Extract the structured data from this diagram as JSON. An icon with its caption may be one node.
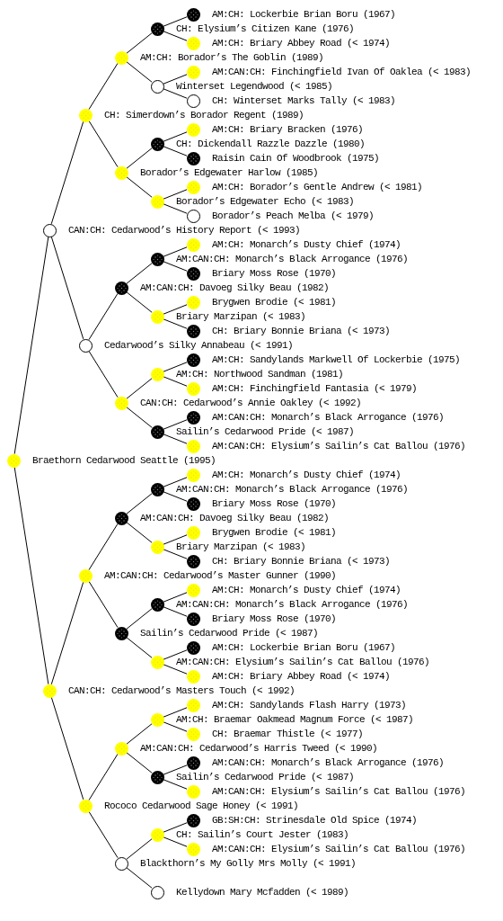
{
  "diagram": {
    "nodes": [
      {
        "text": [
          "AM:CH: Lockerbie Brian Boru (1967)"
        ]
      },
      {
        "text": [
          "CH: Elysium’s Citizen Kane (1976)"
        ]
      },
      {
        "text": [
          "AM:CH: Briary Abbey Road (< 1974)"
        ]
      },
      {
        "text": [
          "AM:CH: Borador’s The Goblin (1989)"
        ]
      },
      {
        "text": [
          "AM:CAN:CH: Finchingfield Ivan Of Oaklea (< 1983)"
        ]
      },
      {
        "text": [
          "Winterset Legendwood (< 1985)"
        ]
      },
      {
        "text": [
          "CH: Winterset Marks Tally (< 1983)"
        ]
      },
      {
        "text": [
          "CH: Simerdown’s Borador Regent (1989)"
        ]
      },
      {
        "text": [
          "AM:CH: Briary Bracken (1976)"
        ]
      },
      {
        "text": [
          "CH: Dickendall Razzle Dazzle (1980)"
        ]
      },
      {
        "text": [
          "Raisin Cain Of Woodbrook (1975)"
        ]
      },
      {
        "text": [
          "Borador’s Edgewater Harlow (1985)"
        ]
      },
      {
        "text": [
          "AM:CH: Borador’s Gentle Andrew (< 1981)"
        ]
      },
      {
        "text": [
          "Borador’s Edgewater Echo (< 1983)"
        ]
      },
      {
        "text": [
          "Borador’s Peach Melba (< 1979)"
        ]
      },
      {
        "text": [
          "CAN:CH: Cedarwood’s History Report (< 1993)"
        ]
      },
      {
        "text": [
          "AM:CH: Monarch’s Dusty Chief (1974)"
        ]
      },
      {
        "text": [
          "AM:CAN:CH: Monarch’s Black Arrogance (1976)"
        ]
      },
      {
        "text": [
          "Briary Moss Rose (1970)"
        ]
      },
      {
        "text": [
          "AM:CAN:CH: Davoeg Silky Beau (1982)"
        ]
      },
      {
        "text": [
          "Brygwen Brodie (< 1981)"
        ]
      },
      {
        "text": [
          "Briary Marzipan (< 1983)"
        ]
      },
      {
        "text": [
          "CH: Briary Bonnie Briana (< 1973)"
        ]
      },
      {
        "text": [
          "Cedarwood’s Silky Annabeau (< 1991)"
        ]
      },
      {
        "text": [
          "AM:CH: Sandylands Markwell Of Lockerbie (1975)"
        ]
      },
      {
        "text": [
          "AM:CH: Northwood Sandman (1981)"
        ]
      },
      {
        "text": [
          "AM:CH: Finchingfield Fantasia (< 1979)"
        ]
      },
      {
        "text": [
          "CAN:CH: Cedarwood’s Annie Oakley (< 1992)"
        ]
      },
      {
        "text": [
          "AM:CAN:CH: Monarch’s Black Arrogance (1976)"
        ]
      },
      {
        "text": [
          "Sailin’s Cedarwood Pride (< 1987)"
        ]
      },
      {
        "text": [
          "AM:CAN:CH: Elysium’s Sailin’s Cat Ballou (1976)"
        ]
      },
      {
        "text": [
          "Braethorn Cedarwood Seattle (1995)"
        ]
      },
      {
        "text": [
          "AM:CH: Monarch’s Dusty Chief (1974)"
        ]
      },
      {
        "text": [
          "AM:CAN:CH: Monarch’s Black Arrogance (1976)"
        ]
      },
      {
        "text": [
          "Briary Moss Rose (1970)"
        ]
      },
      {
        "text": [
          "AM:CAN:CH: Davoeg Silky Beau (1982)"
        ]
      },
      {
        "text": [
          "Brygwen Brodie (< 1981)"
        ]
      },
      {
        "text": [
          "Briary Marzipan (< 1983)"
        ]
      },
      {
        "text": [
          "CH: Briary Bonnie Briana (< 1973)"
        ]
      },
      {
        "text": [
          "AM:CAN:CH: Cedarwood’s Master Gunner (1990)"
        ]
      },
      {
        "text": [
          "AM:CH: Monarch’s Dusty Chief (1974)"
        ]
      },
      {
        "text": [
          "AM:CAN:CH: Monarch’s Black Arrogance (1976)"
        ]
      },
      {
        "text": [
          "Briary Moss Rose (1970)"
        ]
      },
      {
        "text": [
          "Sailin’s Cedarwood Pride (< 1987)"
        ]
      },
      {
        "text": [
          "AM:CH: Lockerbie Brian Boru (1967)"
        ]
      },
      {
        "text": [
          "AM:CAN:CH: Elysium’s Sailin’s Cat Ballou (1976)"
        ]
      },
      {
        "text": [
          "AM:CH: Briary Abbey Road (< 1974)"
        ]
      },
      {
        "text": [
          "CAN:CH: Cedarwood’s Masters Touch (< 1992)"
        ]
      },
      {
        "text": [
          "AM:CH: Sandylands Flash Harry (1973)"
        ]
      },
      {
        "text": [
          "AM:CH: Braemar Oakmead Magnum Force (< 1987)"
        ]
      },
      {
        "text": [
          "CH: Braemar Thistle (< 1977)"
        ]
      },
      {
        "text": [
          "AM:CAN:CH: Cedarwood’s Harris Tweed (< 1990)"
        ]
      },
      {
        "text": [
          "AM:CAN:CH: Monarch’s Black Arrogance (1976)"
        ]
      },
      {
        "text": [
          "Sailin’s Cedarwood Pride (< 1987)"
        ]
      },
      {
        "text": [
          "AM:CAN:CH: Elysium’s Sailin’s Cat Ballou (1976)"
        ]
      },
      {
        "text": [
          "Rococo Cedarwood Sage Honey (< 1991)"
        ]
      },
      {
        "text": [
          "GB:SH:CH: Strinesdale Old Spice (1974)"
        ]
      },
      {
        "text": [
          "CH: Sailin’s Court Jester (1983)"
        ]
      },
      {
        "text": [
          "AM:CAN:CH: Elysium’s Sailin’s Cat Ballou (1976)"
        ]
      },
      {
        "text": [
          "Blackthorn’s My Golly Mrs Molly (< 1991)"
        ]
      },
      {
        "text": [
          "Kellydown Mary Mcfadden (< 1989)"
        ]
      }
    ],
    "edges": [
      {
        "from": 31,
        "to": 15,
        "arrow": "none"
      },
      {
        "from": 31,
        "to": 47,
        "arrow": "none"
      },
      {
        "from": 15,
        "to": 7,
        "arrow": "none"
      },
      {
        "from": 15,
        "to": 23,
        "arrow": "none"
      },
      {
        "from": 7,
        "to": 3,
        "arrow": "none"
      },
      {
        "from": 7,
        "to": 11,
        "arrow": "none"
      },
      {
        "from": 3,
        "to": 1,
        "arrow": "none"
      },
      {
        "from": 3,
        "to": 5,
        "arrow": "none"
      },
      {
        "from": 1,
        "to": 0,
        "arrow": "none"
      },
      {
        "from": 1,
        "to": 2,
        "arrow": "none"
      },
      {
        "from": 5,
        "to": 4,
        "arrow": "none"
      },
      {
        "from": 5,
        "to": 6,
        "arrow": "none"
      },
      {
        "from": 11,
        "to": 9,
        "arrow": "none"
      },
      {
        "from": 11,
        "to": 13,
        "arrow": "none"
      },
      {
        "from": 9,
        "to": 8,
        "arrow": "none"
      },
      {
        "from": 9,
        "to": 10,
        "arrow": "none"
      },
      {
        "from": 13,
        "to": 12,
        "arrow": "none"
      },
      {
        "from": 13,
        "to": 14,
        "arrow": "none"
      },
      {
        "from": 23,
        "to": 19,
        "arrow": "none"
      },
      {
        "from": 23,
        "to": 27,
        "arrow": "none"
      },
      {
        "from": 19,
        "to": 17,
        "arrow": "none"
      },
      {
        "from": 19,
        "to": 21,
        "arrow": "none"
      },
      {
        "from": 17,
        "to": 16,
        "arrow": "none"
      },
      {
        "from": 17,
        "to": 18,
        "arrow": "none"
      },
      {
        "from": 21,
        "to": 20,
        "arrow": "none"
      },
      {
        "from": 21,
        "to": 22,
        "arrow": "none"
      },
      {
        "from": 27,
        "to": 25,
        "arrow": "none"
      },
      {
        "from": 27,
        "to": 29,
        "arrow": "none"
      },
      {
        "from": 25,
        "to": 24,
        "arrow": "none"
      },
      {
        "from": 25,
        "to": 26,
        "arrow": "none"
      },
      {
        "from": 29,
        "to": 28,
        "arrow": "none"
      },
      {
        "from": 29,
        "to": 30,
        "arrow": "none"
      },
      {
        "from": 47,
        "to": 39,
        "arrow": "none"
      },
      {
        "from": 47,
        "to": 55,
        "arrow": "none"
      },
      {
        "from": 39,
        "to": 35,
        "arrow": "none"
      },
      {
        "from": 39,
        "to": 43,
        "arrow": "none"
      },
      {
        "from": 35,
        "to": 33,
        "arrow": "none"
      },
      {
        "from": 35,
        "to": 37,
        "arrow": "none"
      },
      {
        "from": 33,
        "to": 32,
        "arrow": "none"
      },
      {
        "from": 33,
        "to": 34,
        "arrow": "none"
      },
      {
        "from": 37,
        "to": 36,
        "arrow": "none"
      },
      {
        "from": 37,
        "to": 38,
        "arrow": "none"
      },
      {
        "from": 43,
        "to": 41,
        "arrow": "none"
      },
      {
        "from": 43,
        "to": 45,
        "arrow": "none"
      },
      {
        "from": 41,
        "to": 40,
        "arrow": "none"
      },
      {
        "from": 41,
        "to": 42,
        "arrow": "none"
      },
      {
        "from": 45,
        "to": 44,
        "arrow": "none"
      },
      {
        "from": 45,
        "to": 46,
        "arrow": "none"
      },
      {
        "from": 55,
        "to": 51,
        "arrow": "none"
      },
      {
        "from": 55,
        "to": 59,
        "arrow": "none"
      },
      {
        "from": 51,
        "to": 49,
        "arrow": "none"
      },
      {
        "from": 51,
        "to": 53,
        "arrow": "none"
      },
      {
        "from": 49,
        "to": 48,
        "arrow": "none"
      },
      {
        "from": 49,
        "to": 50,
        "arrow": "none"
      },
      {
        "from": 53,
        "to": 52,
        "arrow": "none"
      },
      {
        "from": 53,
        "to": 54,
        "arrow": "none"
      },
      {
        "from": 59,
        "to": 57,
        "arrow": "none"
      },
      {
        "from": 59,
        "to": 60,
        "arrow": "none"
      },
      {
        "from": 57,
        "to": 56,
        "arrow": "none"
      },
      {
        "from": 57,
        "to": 58,
        "arrow": "none"
      }
    ]
  }
}
